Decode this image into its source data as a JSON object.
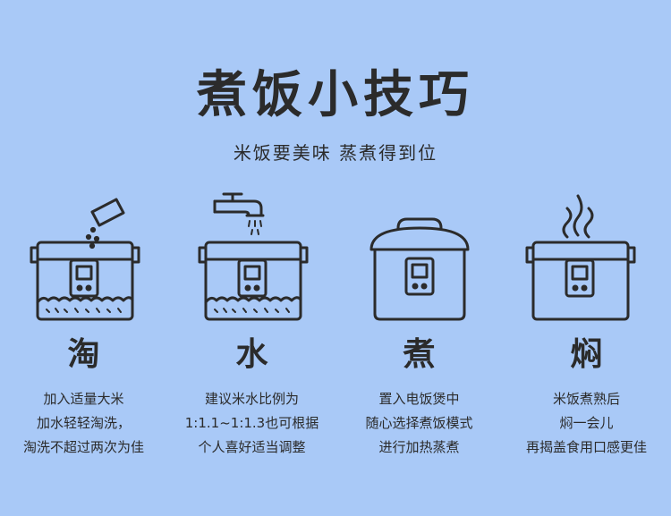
{
  "header": {
    "title": "煮饭小技巧",
    "subtitle": "米饭要美味 蒸煮得到位"
  },
  "steps": [
    {
      "title": "淘",
      "icon": "rice-washing-icon",
      "lines": [
        "加入适量大米",
        "加水轻轻淘洗，",
        "淘洗不超过两次为佳"
      ]
    },
    {
      "title": "水",
      "icon": "water-tap-icon",
      "lines": [
        "建议米水比例为",
        "1:1.1~1:1.3也可根据",
        "个人喜好适当调整"
      ]
    },
    {
      "title": "煮",
      "icon": "rice-cooker-icon",
      "lines": [
        "置入电饭煲中",
        "随心选择煮饭模式",
        "进行加热蒸煮"
      ]
    },
    {
      "title": "焖",
      "icon": "steaming-pot-icon",
      "lines": [
        "米饭煮熟后",
        "焖一会儿",
        "再揭盖食用口感更佳"
      ]
    }
  ],
  "colors": {
    "background": "#a9c9f7",
    "ink": "#2b2b2b"
  }
}
